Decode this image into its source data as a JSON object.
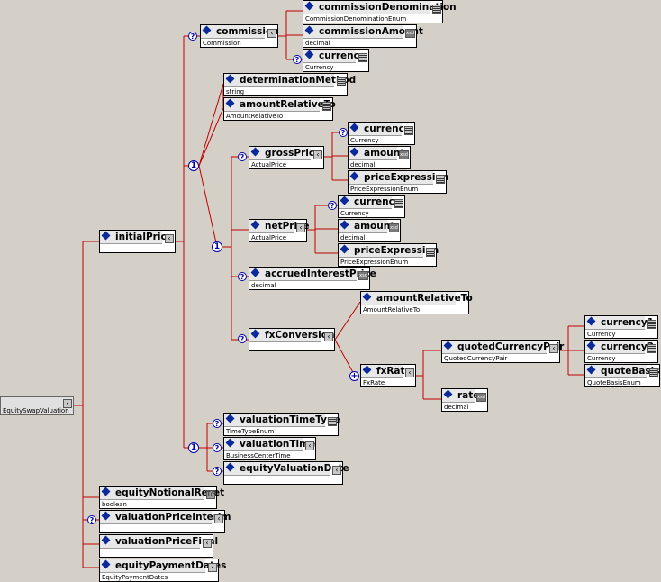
{
  "root": {
    "type": "EquitySwapValuation"
  },
  "nodes": {
    "initialPrice": {
      "name": "initialPrice"
    },
    "commission": {
      "name": "commission",
      "type": "Commission"
    },
    "commissionDenomination": {
      "name": "commissionDenomination",
      "type": "CommissionDenominationEnum"
    },
    "commissionAmount": {
      "name": "commissionAmount",
      "type": "decimal"
    },
    "commissionCurrency": {
      "name": "currency",
      "type": "Currency"
    },
    "determinationMethod": {
      "name": "determinationMethod",
      "type": "string"
    },
    "amountRelativeTo": {
      "name": "amountRelativeTo",
      "type": "AmountRelativeTo"
    },
    "grossPrice": {
      "name": "grossPrice",
      "type": "ActualPrice"
    },
    "grossCurrency": {
      "name": "currency",
      "type": "Currency"
    },
    "grossAmount": {
      "name": "amount",
      "type": "decimal"
    },
    "grossPriceExpression": {
      "name": "priceExpression",
      "type": "PriceExpressionEnum"
    },
    "netPrice": {
      "name": "netPrice",
      "type": "ActualPrice"
    },
    "netCurrency": {
      "name": "currency",
      "type": "Currency"
    },
    "netAmount": {
      "name": "amount",
      "type": "decimal"
    },
    "netPriceExpression": {
      "name": "priceExpression",
      "type": "PriceExpressionEnum"
    },
    "accruedInterestPrice": {
      "name": "accruedInterestPrice",
      "type": "decimal"
    },
    "fxConversion": {
      "name": "fxConversion"
    },
    "fxAmountRelativeTo": {
      "name": "amountRelativeTo",
      "type": "AmountRelativeTo"
    },
    "fxRate": {
      "name": "fxRate",
      "type": "FxRate"
    },
    "quotedCurrencyPair": {
      "name": "quotedCurrencyPair",
      "type": "QuotedCurrencyPair"
    },
    "currency1": {
      "name": "currency1",
      "type": "Currency"
    },
    "currency2": {
      "name": "currency2",
      "type": "Currency"
    },
    "quoteBasis": {
      "name": "quoteBasis",
      "type": "QuoteBasisEnum"
    },
    "rate": {
      "name": "rate",
      "type": "decimal"
    },
    "valuationTimeType": {
      "name": "valuationTimeType",
      "type": "TimeTypeEnum"
    },
    "valuationTime": {
      "name": "valuationTime",
      "type": "BusinessCenterTime"
    },
    "equityValuationDate": {
      "name": "equityValuationDate"
    },
    "equityNotionalReset": {
      "name": "equityNotionalReset",
      "type": "boolean"
    },
    "valuationPriceInterim": {
      "name": "valuationPriceInterim"
    },
    "valuationPriceFinal": {
      "name": "valuationPriceFinal"
    },
    "equityPaymentDates": {
      "name": "equityPaymentDates",
      "type": "EquityPaymentDates"
    }
  },
  "badges": {
    "optional": "?",
    "choice": "1",
    "sequence_plus": "+"
  },
  "colors": {
    "background": "#d4d0c8",
    "connector": "#c00000",
    "icon_blue": "#0a2a9c"
  }
}
